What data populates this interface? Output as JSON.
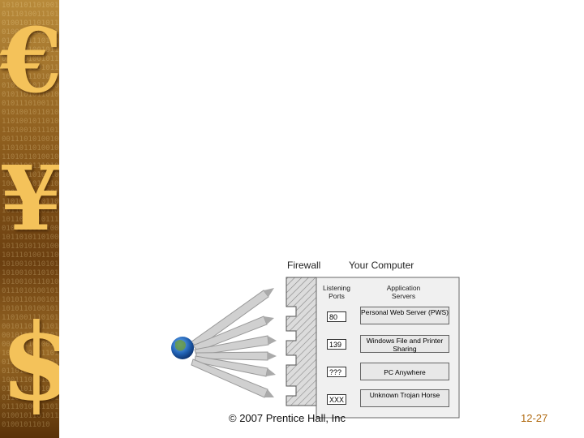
{
  "diagram": {
    "firewall_label": "Firewall",
    "computer_label": "Your Computer",
    "col_ports": "Listening Ports",
    "col_servers": "Application Servers",
    "rows": [
      {
        "port": "80",
        "server": "Personal Web Server (PWS)"
      },
      {
        "port": "139",
        "server": "Windows File and Printer Sharing"
      },
      {
        "port": "???",
        "server": "PC Anywhere"
      },
      {
        "port": "XXX",
        "server": "Unknown Trojan Horse"
      }
    ]
  },
  "footer": {
    "copyright": "© 2007 Prentice Hall, Inc",
    "page": "12-27"
  },
  "colors": {
    "sidebar_gold": "#f4c25a",
    "page_number": "#b06a10"
  },
  "sidebar": {
    "symbols": [
      "€",
      "¥",
      "$"
    ]
  }
}
